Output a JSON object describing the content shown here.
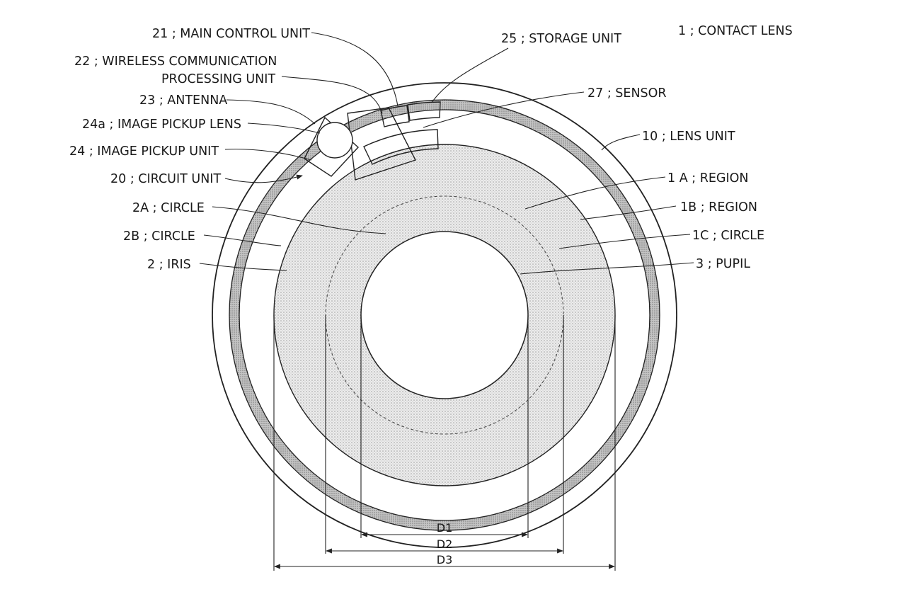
{
  "labels": {
    "contact_lens": "1 ; CONTACT LENS",
    "main_control_unit": "21 ; MAIN CONTROL UNIT",
    "wireless_line1": "22 ; WIRELESS COMMUNICATION",
    "wireless_line2": "PROCESSING UNIT",
    "antenna": "23 ; ANTENNA",
    "image_pickup_lens": "24a ; IMAGE PICKUP LENS",
    "image_pickup_unit": "24 ; IMAGE PICKUP UNIT",
    "circuit_unit": "20 ; CIRCUIT UNIT",
    "circle_2a": "2A ; CIRCLE",
    "circle_2b": "2B ; CIRCLE",
    "iris": "2 ; IRIS",
    "storage_unit": "25 ; STORAGE UNIT",
    "sensor": "27 ; SENSOR",
    "lens_unit": "10 ; LENS UNIT",
    "region_1a": "1 A ; REGION",
    "region_1b": "1B ; REGION",
    "circle_1c": "1C ; CIRCLE",
    "pupil": "3 ; PUPIL"
  },
  "dimensions": {
    "d1": "D1",
    "d2": "D2",
    "d3": "D3"
  },
  "colors": {
    "line": "#222222",
    "stipple": "#e6e6e6",
    "band": "#bdbdbd"
  }
}
